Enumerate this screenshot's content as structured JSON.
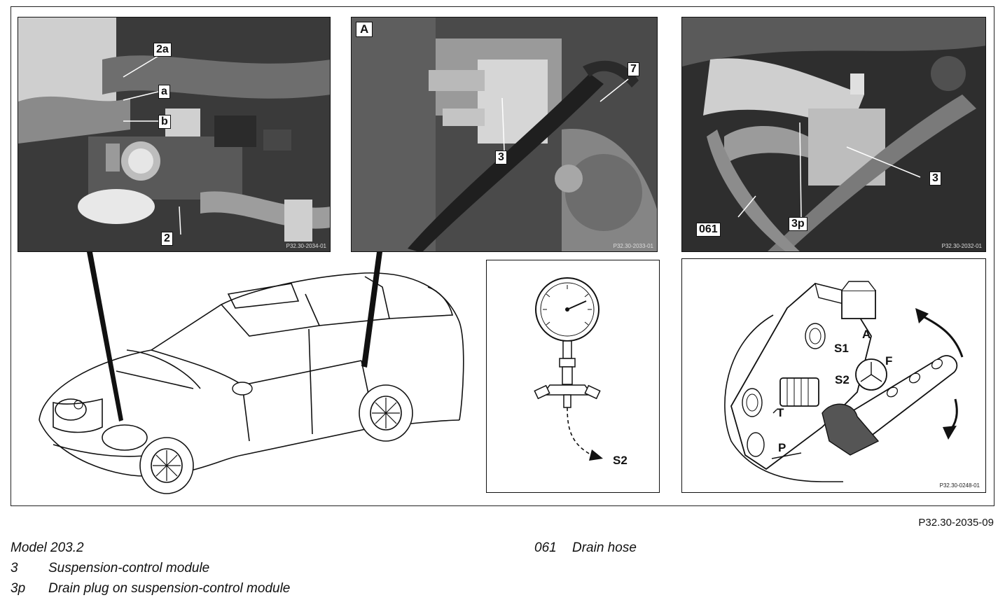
{
  "figure_reference": "P32.30-2035-09",
  "photo_top_left": {
    "labels": [
      "2a",
      "a",
      "b",
      "2"
    ],
    "reference": "P32.30-2034-01"
  },
  "photo_top_middle": {
    "panel_label": "A",
    "labels": [
      "7",
      "3"
    ],
    "reference": "P32.30-2033-01"
  },
  "photo_top_right": {
    "labels": [
      "3",
      "061",
      "3p"
    ],
    "reference": "P32.30-2032-01"
  },
  "gauge_diagram": {
    "port_label": "S2"
  },
  "valve_diagram": {
    "ports": [
      "S1",
      "A",
      "F",
      "S2",
      "T",
      "P"
    ],
    "reference": "P32.30-0248-01"
  },
  "legend": {
    "model": "Model 203.2",
    "items_left": [
      {
        "key": "3",
        "text": "Suspension-control module"
      },
      {
        "key": "3p",
        "text": "Drain plug on suspension-control module"
      }
    ],
    "items_right": [
      {
        "key": "061",
        "text": "Drain hose"
      }
    ]
  }
}
